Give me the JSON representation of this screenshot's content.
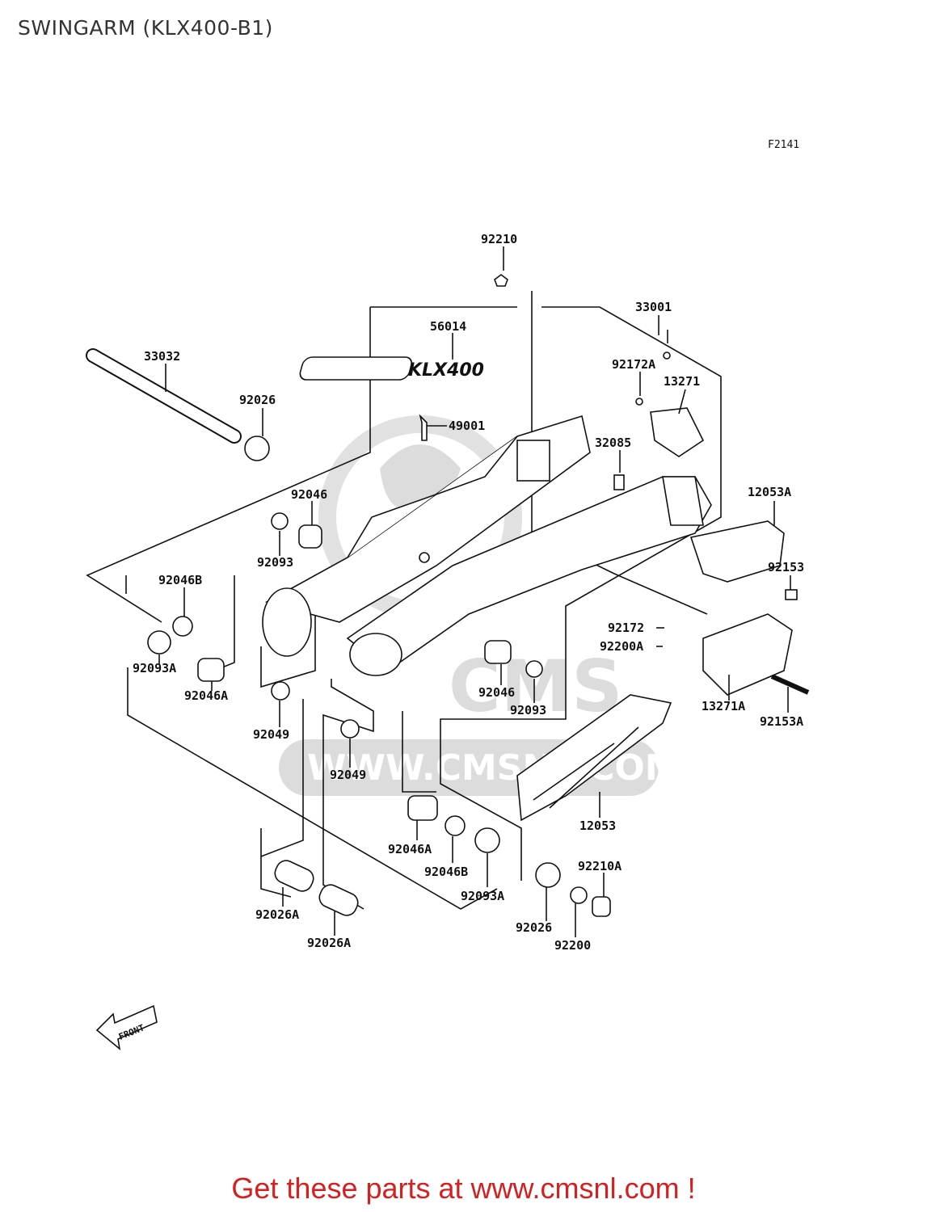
{
  "title": "SWINGARM (KLX400-B1)",
  "figure_code": "F2141",
  "decal_text": "KLX400",
  "front_label": "FRONT",
  "watermark": {
    "brand": "CMS",
    "url": "WWW.CMSNL.COM"
  },
  "promo": "Get these parts at www.cmsnl.com !",
  "colors": {
    "promo": "#d42020",
    "lines": "#111111",
    "watermark": "#d9d9d9"
  },
  "callouts": [
    {
      "id": "p92210",
      "text": "92210"
    },
    {
      "id": "p33001",
      "text": "33001"
    },
    {
      "id": "p56014",
      "text": "56014"
    },
    {
      "id": "p33032",
      "text": "33032"
    },
    {
      "id": "p92026-top",
      "text": "92026"
    },
    {
      "id": "p92172A",
      "text": "92172A"
    },
    {
      "id": "p13271",
      "text": "13271"
    },
    {
      "id": "p49001",
      "text": "49001"
    },
    {
      "id": "p32085",
      "text": "32085"
    },
    {
      "id": "p92046-top",
      "text": "92046"
    },
    {
      "id": "p12053A",
      "text": "12053A"
    },
    {
      "id": "p92093-top",
      "text": "92093"
    },
    {
      "id": "p92153",
      "text": "92153"
    },
    {
      "id": "p92046B-top",
      "text": "92046B"
    },
    {
      "id": "p92172",
      "text": "92172"
    },
    {
      "id": "p92200A",
      "text": "92200A"
    },
    {
      "id": "p92093A-left",
      "text": "92093A"
    },
    {
      "id": "p92046A-left",
      "text": "92046A"
    },
    {
      "id": "p92046-mid",
      "text": "92046"
    },
    {
      "id": "p13271A",
      "text": "13271A"
    },
    {
      "id": "p92093-mid",
      "text": "92093"
    },
    {
      "id": "p92153A",
      "text": "92153A"
    },
    {
      "id": "p92049-left",
      "text": "92049"
    },
    {
      "id": "p92049-mid",
      "text": "92049"
    },
    {
      "id": "p12053",
      "text": "12053"
    },
    {
      "id": "p92046A-bot",
      "text": "92046A"
    },
    {
      "id": "p92210A",
      "text": "92210A"
    },
    {
      "id": "p92046B-bot",
      "text": "92046B"
    },
    {
      "id": "p92093A-bot",
      "text": "92093A"
    },
    {
      "id": "p92026A-1",
      "text": "92026A"
    },
    {
      "id": "p92026-bot",
      "text": "92026"
    },
    {
      "id": "p92200",
      "text": "92200"
    },
    {
      "id": "p92026A-2",
      "text": "92026A"
    }
  ]
}
